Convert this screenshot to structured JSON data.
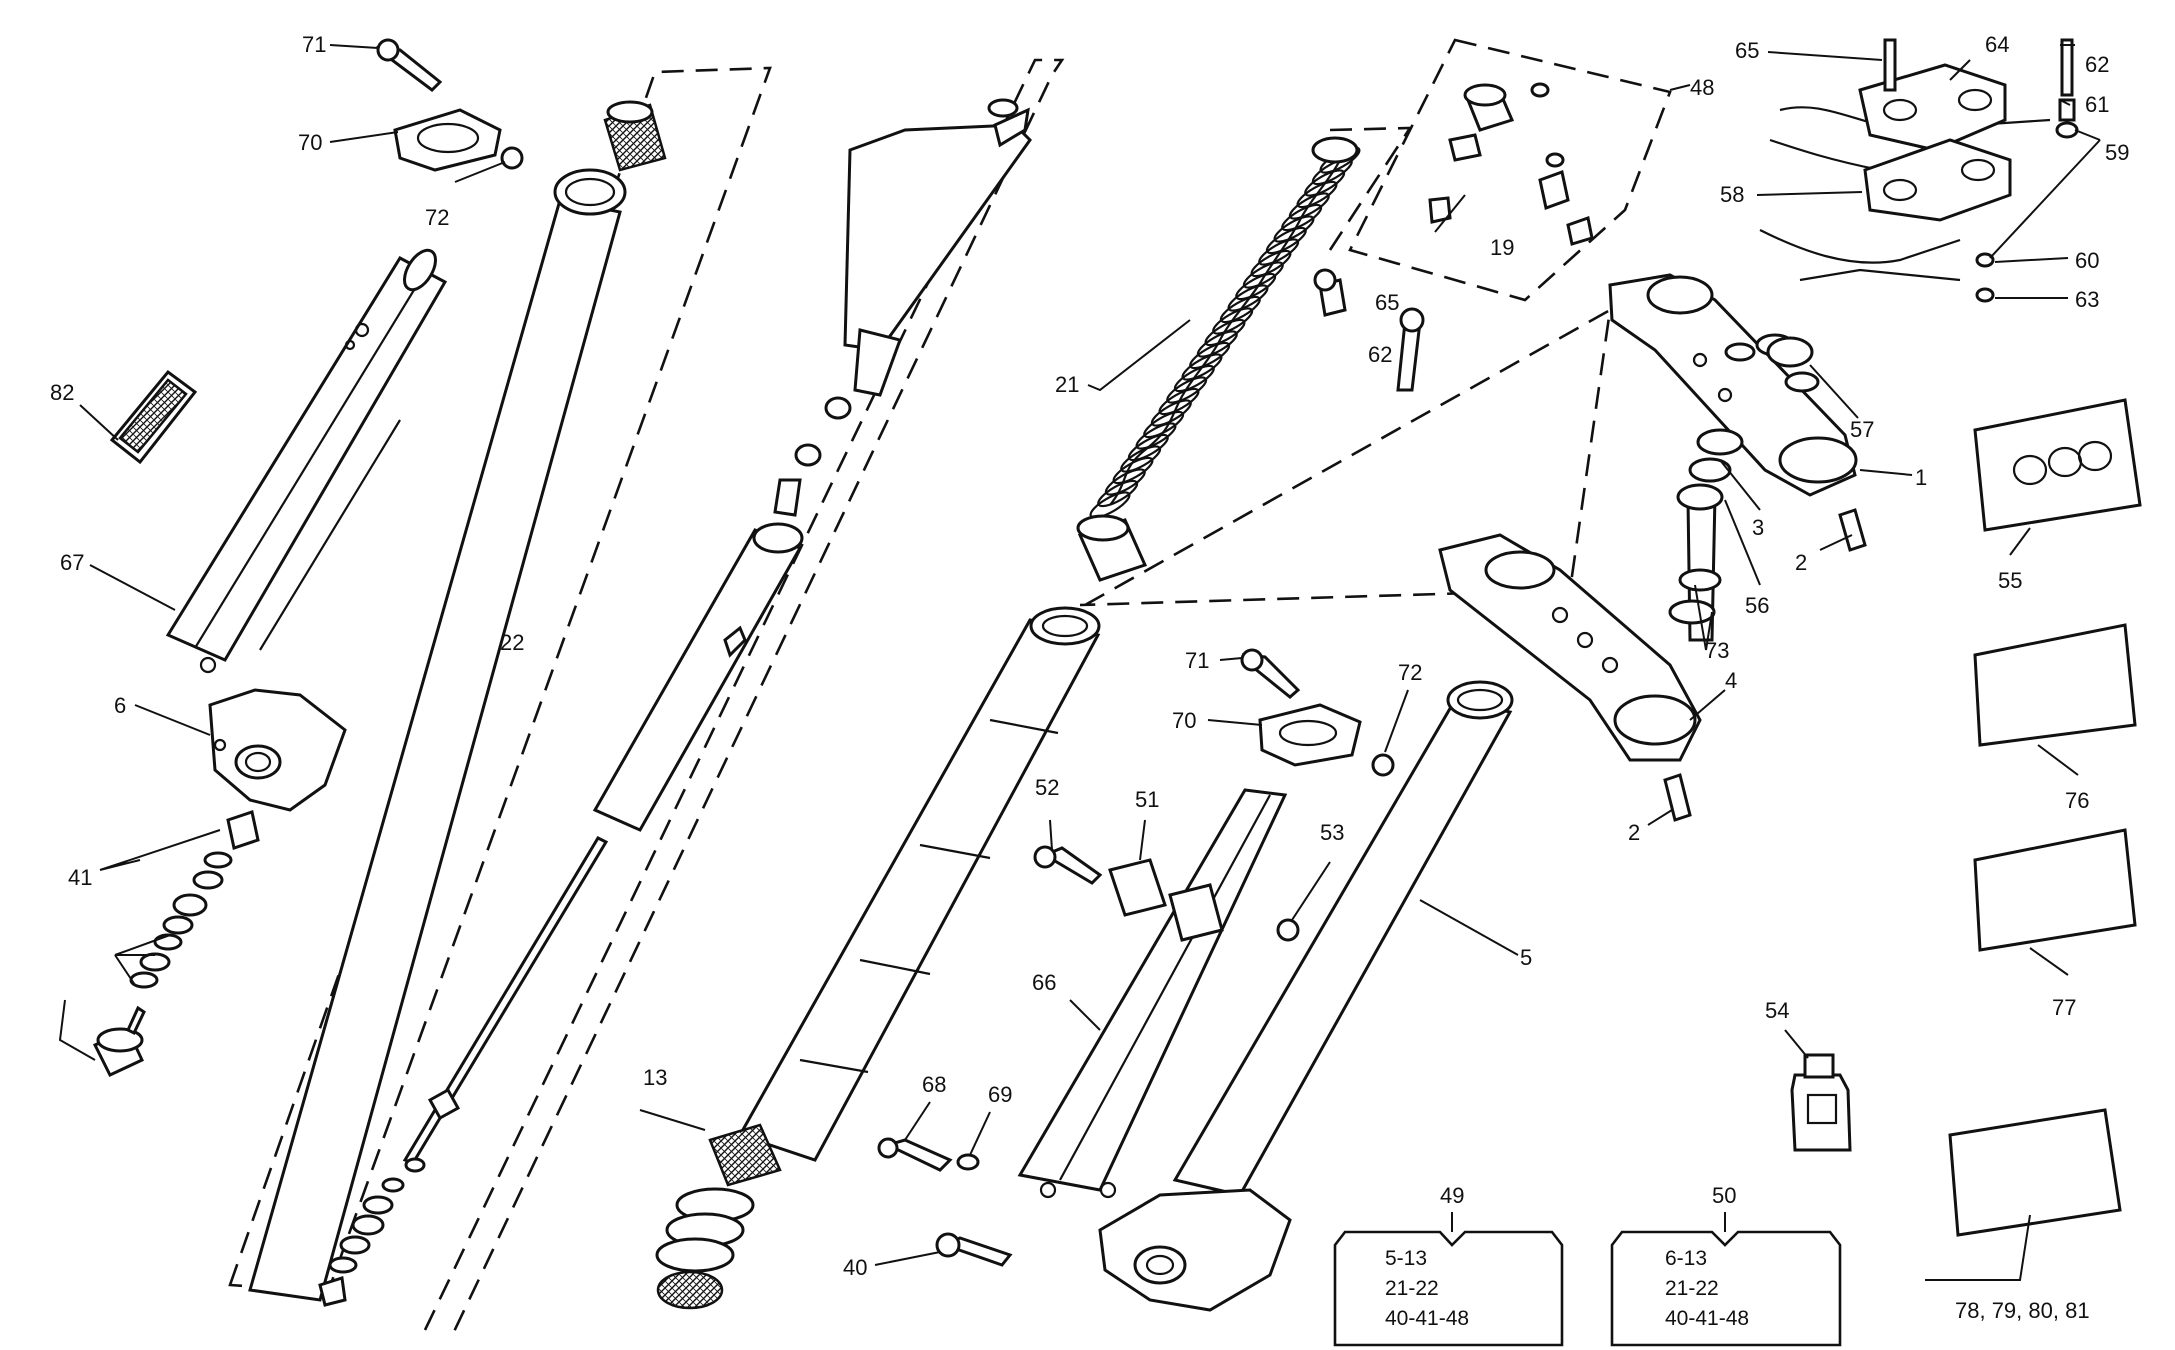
{
  "labels": {
    "l71a": "71",
    "l70a": "70",
    "l72a": "72",
    "l82": "82",
    "l67": "67",
    "l6": "6",
    "l41": "41",
    "l22": "22",
    "l13": "13",
    "l21": "21",
    "l48": "48",
    "l19": "19",
    "l65a": "65",
    "l62a": "62",
    "l65b": "65",
    "l64": "64",
    "l62b": "62",
    "l61": "61",
    "l59": "59",
    "l58": "58",
    "l60": "60",
    "l63": "63",
    "l57": "57",
    "l1": "1",
    "l3": "3",
    "l2a": "2",
    "l56": "56",
    "l73": "73",
    "l4": "4",
    "l2b": "2",
    "l55": "55",
    "l76": "76",
    "l77": "77",
    "l71b": "71",
    "l70b": "70",
    "l72b": "72",
    "l52": "52",
    "l51": "51",
    "l53": "53",
    "l5": "5",
    "l66": "66",
    "l54": "54",
    "l68": "68",
    "l69": "69",
    "l40": "40",
    "l49": "49",
    "l50": "50",
    "l78": "78, 79, 80, 81"
  },
  "kits": [
    {
      "number": "49",
      "lines": [
        "5-13",
        "21-22",
        "40-41-48"
      ]
    },
    {
      "number": "50",
      "lines": [
        "6-13",
        "21-22",
        "40-41-48"
      ]
    }
  ]
}
